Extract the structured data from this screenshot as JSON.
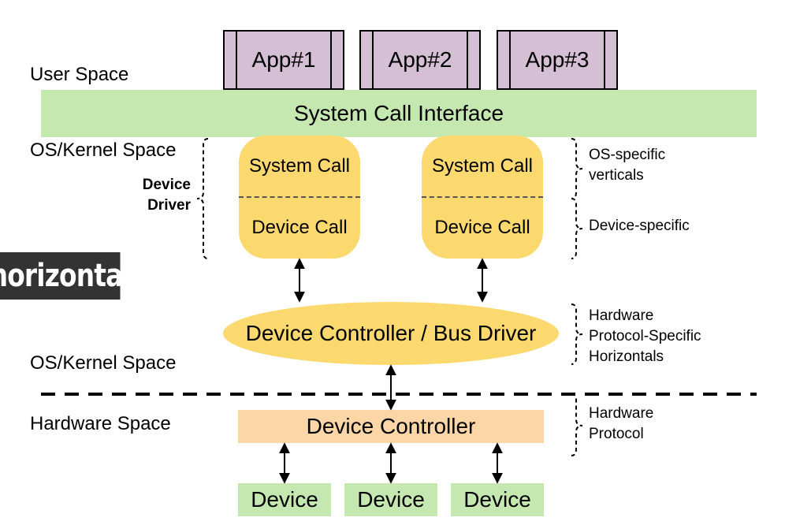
{
  "apps": [
    "App#1",
    "App#2",
    "App#3"
  ],
  "system_call_interface": "System Call Interface",
  "space_labels": {
    "user": "User Space",
    "os_kernel_top": "OS/Kernel Space",
    "os_kernel_bottom": "OS/Kernel Space",
    "hardware": "Hardware Space"
  },
  "device_driver_label": [
    "Device",
    "Driver"
  ],
  "driver_columns": [
    {
      "system_call": "System Call",
      "device_call": "Device Call"
    },
    {
      "system_call": "System Call",
      "device_call": "Device Call"
    }
  ],
  "bus_driver": "Device Controller / Bus Driver",
  "device_controller": "Device Controller",
  "devices": [
    "Device",
    "Device",
    "Device"
  ],
  "right_annotations": {
    "os_specific": [
      "OS-specific",
      "verticals"
    ],
    "device_specific": "Device-specific",
    "hw_protocol_specific": [
      "Hardware",
      "Protocol-Specific",
      "Horizontals"
    ],
    "hw_protocol": [
      "Hardware",
      "Protocol"
    ]
  },
  "watermark": "horizontal",
  "colors": {
    "app_fill": "#d5bfd5",
    "interface_fill": "#c5e8b1",
    "driver_fill": "#fbd96e",
    "controller_fill": "#fcd6a6",
    "device_fill": "#c5e8b1"
  }
}
